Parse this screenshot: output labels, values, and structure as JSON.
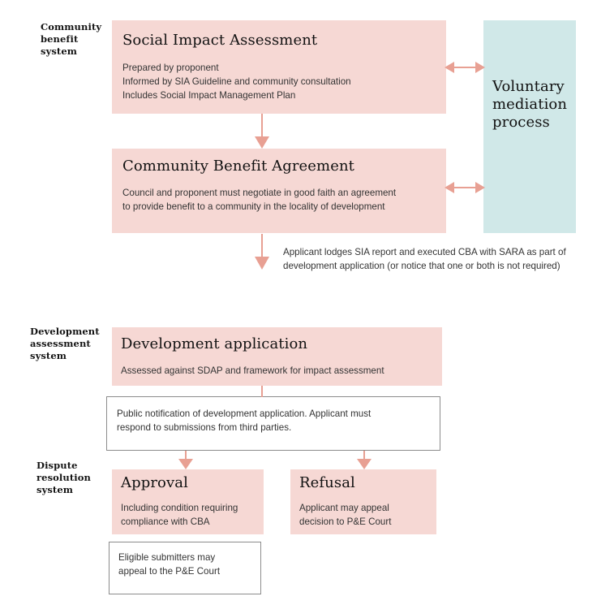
{
  "colors": {
    "pink_fill": "#f6d8d4",
    "cyan_fill": "#d0e8e8",
    "arrow": "#e8a093",
    "border_gray": "#8c8c8c",
    "text_dark": "#111111",
    "text_body": "#333333",
    "background": "#ffffff"
  },
  "system_labels": [
    {
      "id": "community-benefit-system",
      "text": "Community\nbenefit\nsystem"
    },
    {
      "id": "development-assessment-system",
      "text": "Development\nassessment\nsystem"
    },
    {
      "id": "dispute-resolution-system",
      "text": "Dispute\nresolution\nsystem"
    }
  ],
  "nodes": {
    "social_impact_assessment": {
      "title": "Social Impact Assessment",
      "body": "Prepared by proponent\nInformed by SIA Guideline and community consultation\nIncludes Social Impact Management Plan"
    },
    "community_benefit_agreement": {
      "title": "Community Benefit Agreement",
      "body": "Council and proponent must negotiate in good faith an agreement\nto provide benefit to a community in the locality of development"
    },
    "voluntary_mediation": {
      "title": "Voluntary\nmediation\nprocess"
    },
    "development_application": {
      "title": "Development application",
      "body": "Assessed against SDAP and framework for impact assessment"
    },
    "public_notification": {
      "body": "Public notification of development application. Applicant must\nrespond to submissions from third parties."
    },
    "approval": {
      "title": "Approval",
      "body": "Including condition requiring\ncompliance with CBA"
    },
    "refusal": {
      "title": "Refusal",
      "body": "Applicant may appeal\ndecision to P&E Court"
    },
    "eligible_submitters": {
      "body": "Eligible submitters may\nappeal to the P&E Court"
    }
  },
  "annotations": {
    "lodgement_note": "Applicant lodges SIA report and executed CBA with SARA as part of\ndevelopment application (or notice that one or both is not required)"
  }
}
